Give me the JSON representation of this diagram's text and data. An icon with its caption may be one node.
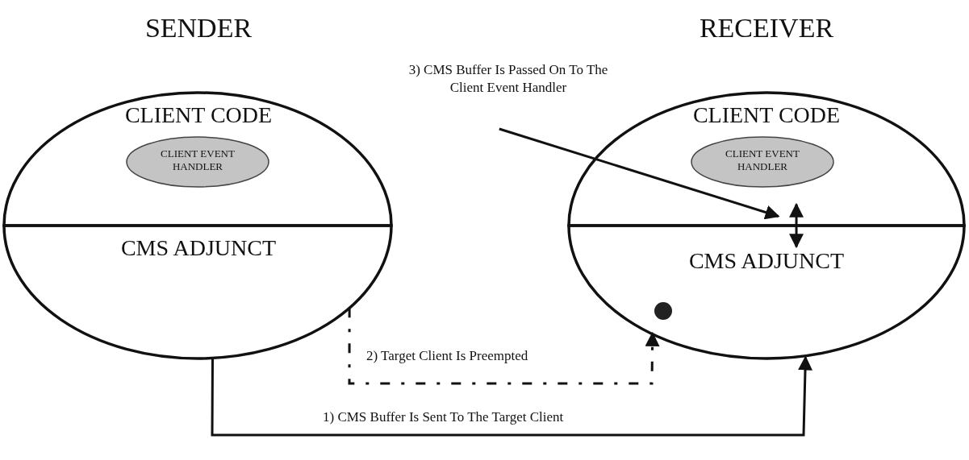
{
  "diagram": {
    "nodes": [
      {
        "text": [
          "SENDER"
        ]
      },
      {
        "text": [
          "CLIENT CODE"
        ],
        "in": 0
      },
      {
        "text": [
          "CLIENT EVENT HANDLER"
        ],
        "in": 1
      },
      {
        "text": [
          "CMS ADJUNCT"
        ],
        "in": 0
      },
      {
        "text": [
          "RECEIVER"
        ]
      },
      {
        "text": [
          "CLIENT CODE"
        ],
        "in": 4
      },
      {
        "text": [
          "CLIENT EVENT HANDLER"
        ],
        "in": 5
      },
      {
        "text": [
          "CMS ADJUNCT"
        ],
        "in": 4
      },
      {
        "text": [
          "3) CMS Buffer Is Passed On To The Client Event Handler"
        ]
      }
    ],
    "edges": [
      {
        "from": 3,
        "to": 7,
        "arrow": "to",
        "label": "1) CMS Buffer Is Sent To The Target Client"
      },
      {
        "from": 3,
        "to": 7,
        "arrow": "to",
        "label": "2) Target Client Is Preempted",
        "style": "dashed"
      },
      {
        "from": 8,
        "to": 5,
        "arrow": "to"
      },
      {
        "from": 5,
        "to": 7,
        "arrow": "both"
      }
    ]
  }
}
